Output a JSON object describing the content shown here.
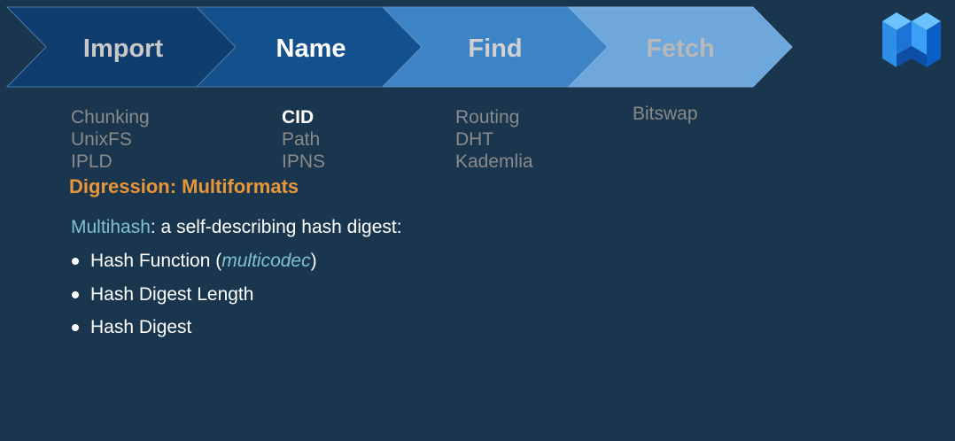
{
  "pipeline": {
    "steps": [
      {
        "label": "Import",
        "fill": "#0e3d6e",
        "text_color": "#c8c8c8"
      },
      {
        "label": "Name",
        "fill": "#13508e",
        "text_color": "#ffffff"
      },
      {
        "label": "Find",
        "fill": "#3d84c6",
        "text_color": "#d0d0d0"
      },
      {
        "label": "Fetch",
        "fill": "#6da7dc",
        "text_color": "#b8b8b8"
      }
    ]
  },
  "columns": [
    {
      "items": [
        "Chunking",
        "UnixFS",
        "IPLD"
      ]
    },
    {
      "items": [
        "CID",
        "Path",
        "IPNS"
      ],
      "active_index": 0
    },
    {
      "items": [
        "Routing",
        "DHT",
        "Kademlia"
      ]
    },
    {
      "items": [
        "Bitswap"
      ]
    }
  ],
  "content": {
    "heading": "Digression: Multiformats",
    "intro_term": "Multihash",
    "intro_rest": ": a self-describing hash digest:",
    "bullets": [
      {
        "text": "Hash Function (",
        "emph": "multicodec",
        "tail": ")"
      },
      {
        "text": "Hash Digest Length"
      },
      {
        "text": "Hash Digest"
      }
    ]
  },
  "colors": {
    "background": "#1a364e",
    "heading": "#e8963a",
    "accent": "#7ec1cf",
    "muted_text": "#8a8a8a",
    "logo_light": "#3aa0f5",
    "logo_dark": "#0a5fc7"
  },
  "logo": {
    "icon": "multiformats-m-logo-icon"
  }
}
